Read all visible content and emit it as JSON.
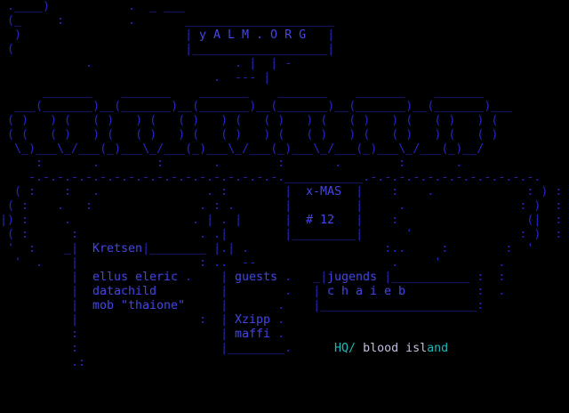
{
  "colors": {
    "background": "#000000",
    "art_blue": "#2626c2",
    "bright_blue": "#4545ea",
    "cyan": "#1ab8b8",
    "pale": "#c0c0e0"
  },
  "title_box": {
    "title": "y A L M . O R G"
  },
  "xmas_box": {
    "label": "x-MAS",
    "issue": "# 12"
  },
  "groups": {
    "kretsen": {
      "label": "Kretsen",
      "members": [
        "ellus eleric",
        "datachild",
        "mob \"thaione\""
      ]
    },
    "guests": {
      "label": "guests",
      "members": [
        "Xzipp",
        "maffi"
      ]
    },
    "jugends": {
      "label": "jugends",
      "members": [
        "c h a i e b"
      ]
    }
  },
  "hq": {
    "prefix": "HQ/ ",
    "name": "blood isl",
    "name_suffix": "and"
  },
  "art": {
    "base": [
      " .____)           .  _ ___",
      " (_     :         .       _____________________",
      "  )                       |                   |",
      " (                        |___________________|",
      "            .                    . |  | -",
      "                              .  --- |",
      "      _______    _______    _______    _______    _______    _______",
      "  ___(_______)__(_______)__(_______)__(_______)__(_______)__(_______)___",
      " ( )   ) (   ( )   ) (   ( )   ) (   ( )   ) (   ( )   ) (   ( )   ) ( ",
      " ( (   ( )   ) (   ( )   ) (   ( )   ) (   ( )   ) (   ( )   ) (   ( ) ",
      "  \\_)___\\_/___(_)___\\_/___(_)___\\_/___(_)___\\_/___(_)___\\_/___(_)__/  ",
      "     :       .        :       .        :       .        :       .     ",
      "    -.-.-.-.-.-.-.-.-.-.-.-.-.-.-.-.-.-.___________.-.-.-.-.-.-.-.-.-.-.-.-.",
      "  ( :    :   .               . :        |         |    :    .             : ) :",
      " ( :    .   :               . : .       |         |     .                : )  :",
      "|) :     .                 . | . |      |         |    :                  (|  :",
      " ( :      :                 . .|        |_________|      '               : )  :",
      " '  :    _|         |________ |.| .                   :..     :        :  '",
      "  '  .    |                 : ..  --                   .     '        .",
      "          |               .    |        .   _|        |___________ :  :",
      "          |                    |        .   |                      :  .",
      "          |                    |       .    |______________________:",
      "          |                 :  |       .",
      "          :                    |       .",
      "          :                    |________.",
      "          .:",
      "",
      "",
      ""
    ]
  }
}
